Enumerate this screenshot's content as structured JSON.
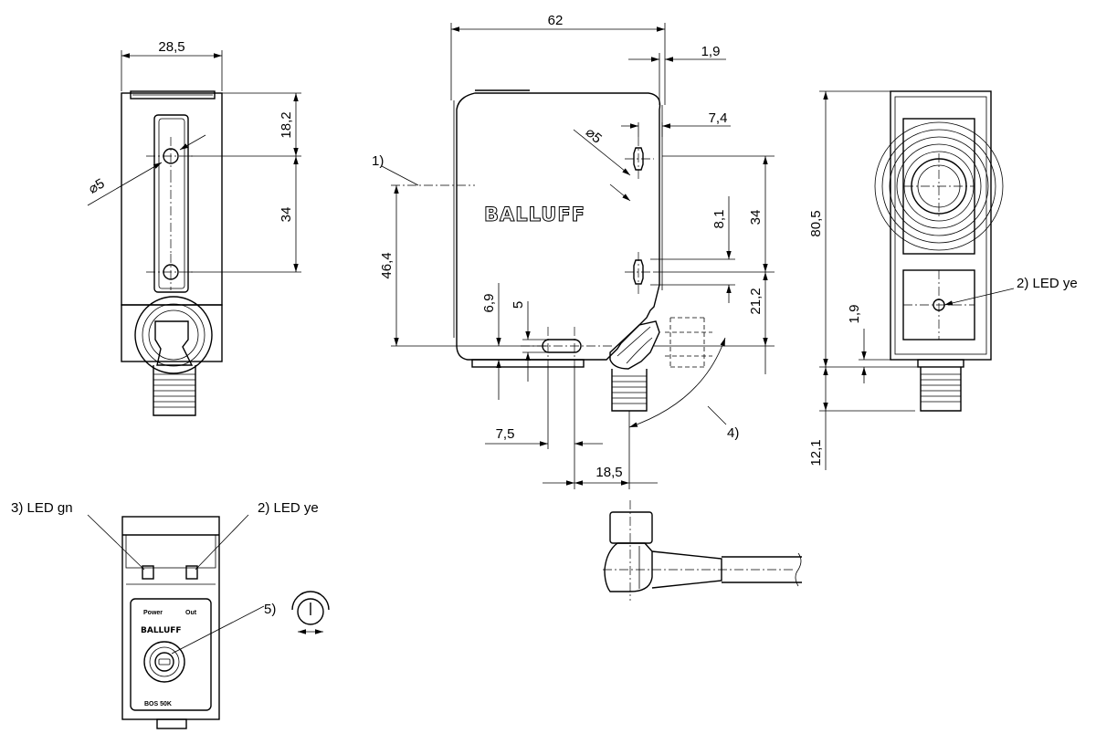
{
  "dimensions": {
    "front_width": "28,5",
    "front_hole_offset": "18,2",
    "front_hole_pitch": "34",
    "front_hole_diameter": "⌀5",
    "side_length": "62",
    "side_rear_offset": "1,9",
    "side_hole_edge": "7,4",
    "side_hole_diameter": "⌀5",
    "side_hole_pitch": "34",
    "side_slot_length": "8,1",
    "side_axis_height": "46,4",
    "side_base_offset": "6,9",
    "side_slot_width": "5",
    "side_lower_height": "21,2",
    "side_slot_dx": "7,5",
    "side_connector_dx": "18,5",
    "rear_height": "80,5",
    "rear_led_offset": "1,9",
    "rear_connector_length": "12,1"
  },
  "callouts": {
    "optical_axis": "1)",
    "led_ye_side": "2) LED ye",
    "led_gn": "3) LED gn",
    "led_ye_top": "2) LED ye",
    "rotation": "4)",
    "potentiometer": "5)"
  },
  "panel": {
    "power_label": "Power",
    "out_label": "Out",
    "brand": "BALLUFF",
    "model": "BOS 50K"
  },
  "brand": {
    "logo_text": "BALLUFF"
  }
}
